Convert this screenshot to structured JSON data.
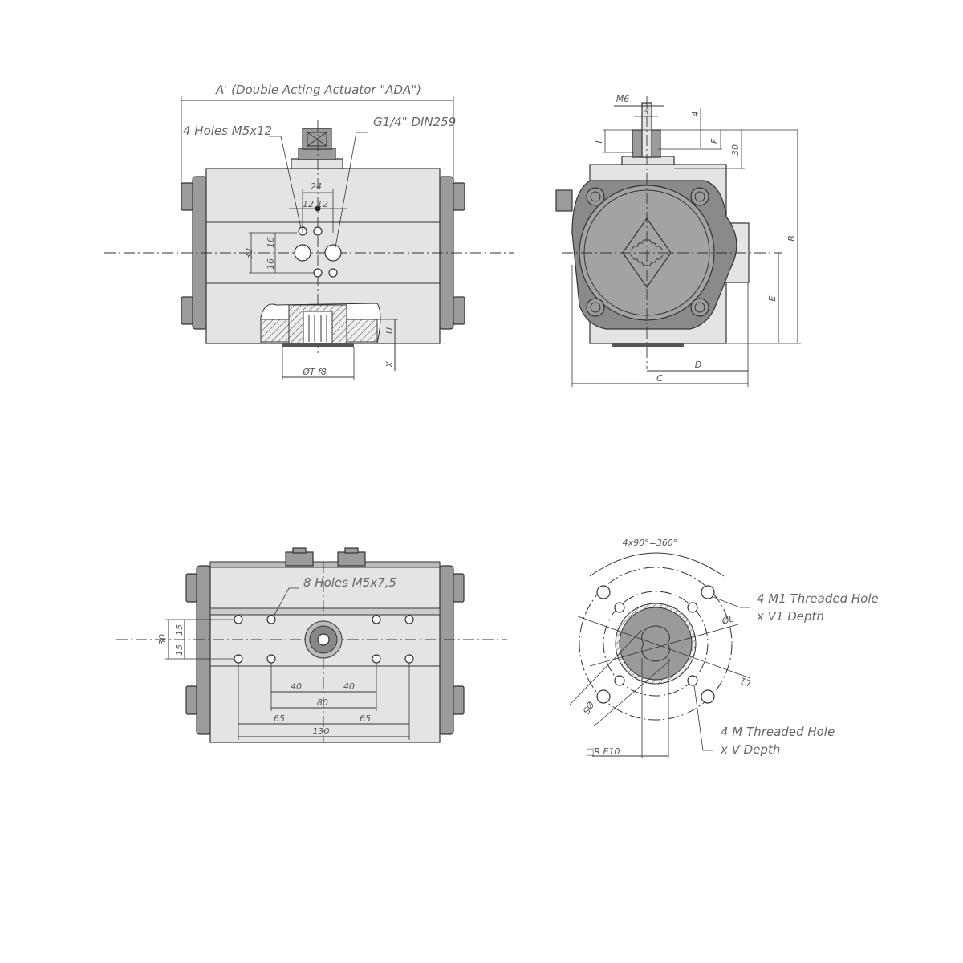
{
  "front_view": {
    "title_dim": "A' (Double Acting Actuator \"ADA\")",
    "holes_note": "4 Holes M5x12",
    "port_note": "G1/4\" DIN259",
    "dim_24": "24",
    "dim_12a": "12",
    "dim_12b": "12",
    "dim_32": "32",
    "dim_16a": "16",
    "dim_16b": "16",
    "dim_u": "U",
    "dim_x": "X",
    "dim_t": "ØT f8"
  },
  "side_view": {
    "dim_m6": "M6",
    "dim_4a": "4",
    "dim_4b": "4",
    "dim_i": "I",
    "dim_f": "F",
    "dim_30": "30",
    "dim_b": "B",
    "dim_e": "E",
    "dim_d": "D",
    "dim_c": "C"
  },
  "bottom_view": {
    "holes_note": "8 Holes M5x7,5",
    "dim_30": "30",
    "dim_15a": "15",
    "dim_15b": "15",
    "dim_40a": "40",
    "dim_40b": "40",
    "dim_80": "80",
    "dim_65a": "65",
    "dim_65b": "65",
    "dim_130": "130"
  },
  "flange_view": {
    "angle_note": "4x90°=360°",
    "m1_note_line1": "4 M1 Threaded Hole",
    "m1_note_line2": "x V1 Depth",
    "m_note_line1": "4 M Threaded Hole",
    "m_note_line2": "x V Depth",
    "dim_l": "ØL",
    "dim_l1": "L1",
    "dim_s": "ØS",
    "dim_r": "□R E10"
  }
}
